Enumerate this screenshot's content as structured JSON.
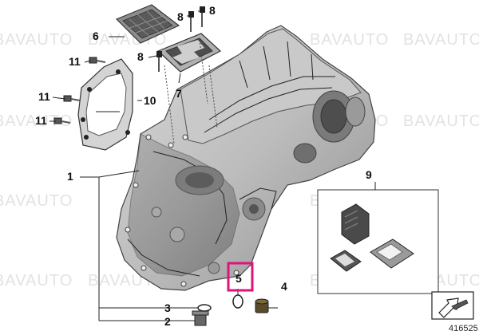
{
  "watermark": "BAVAUTO",
  "diagram_number": "416525",
  "highlight_color": "#e0127c",
  "callouts": {
    "c1": "1",
    "c2": "2",
    "c3": "3",
    "c4": "4",
    "c5": "5",
    "c6": "6",
    "c7": "7",
    "c8a": "8",
    "c8b": "8",
    "c8c": "8",
    "c9": "9",
    "c10": "10",
    "c11a": "11",
    "c11b": "11",
    "c11c": "11"
  },
  "nav_icon": "arrow-box-icon"
}
